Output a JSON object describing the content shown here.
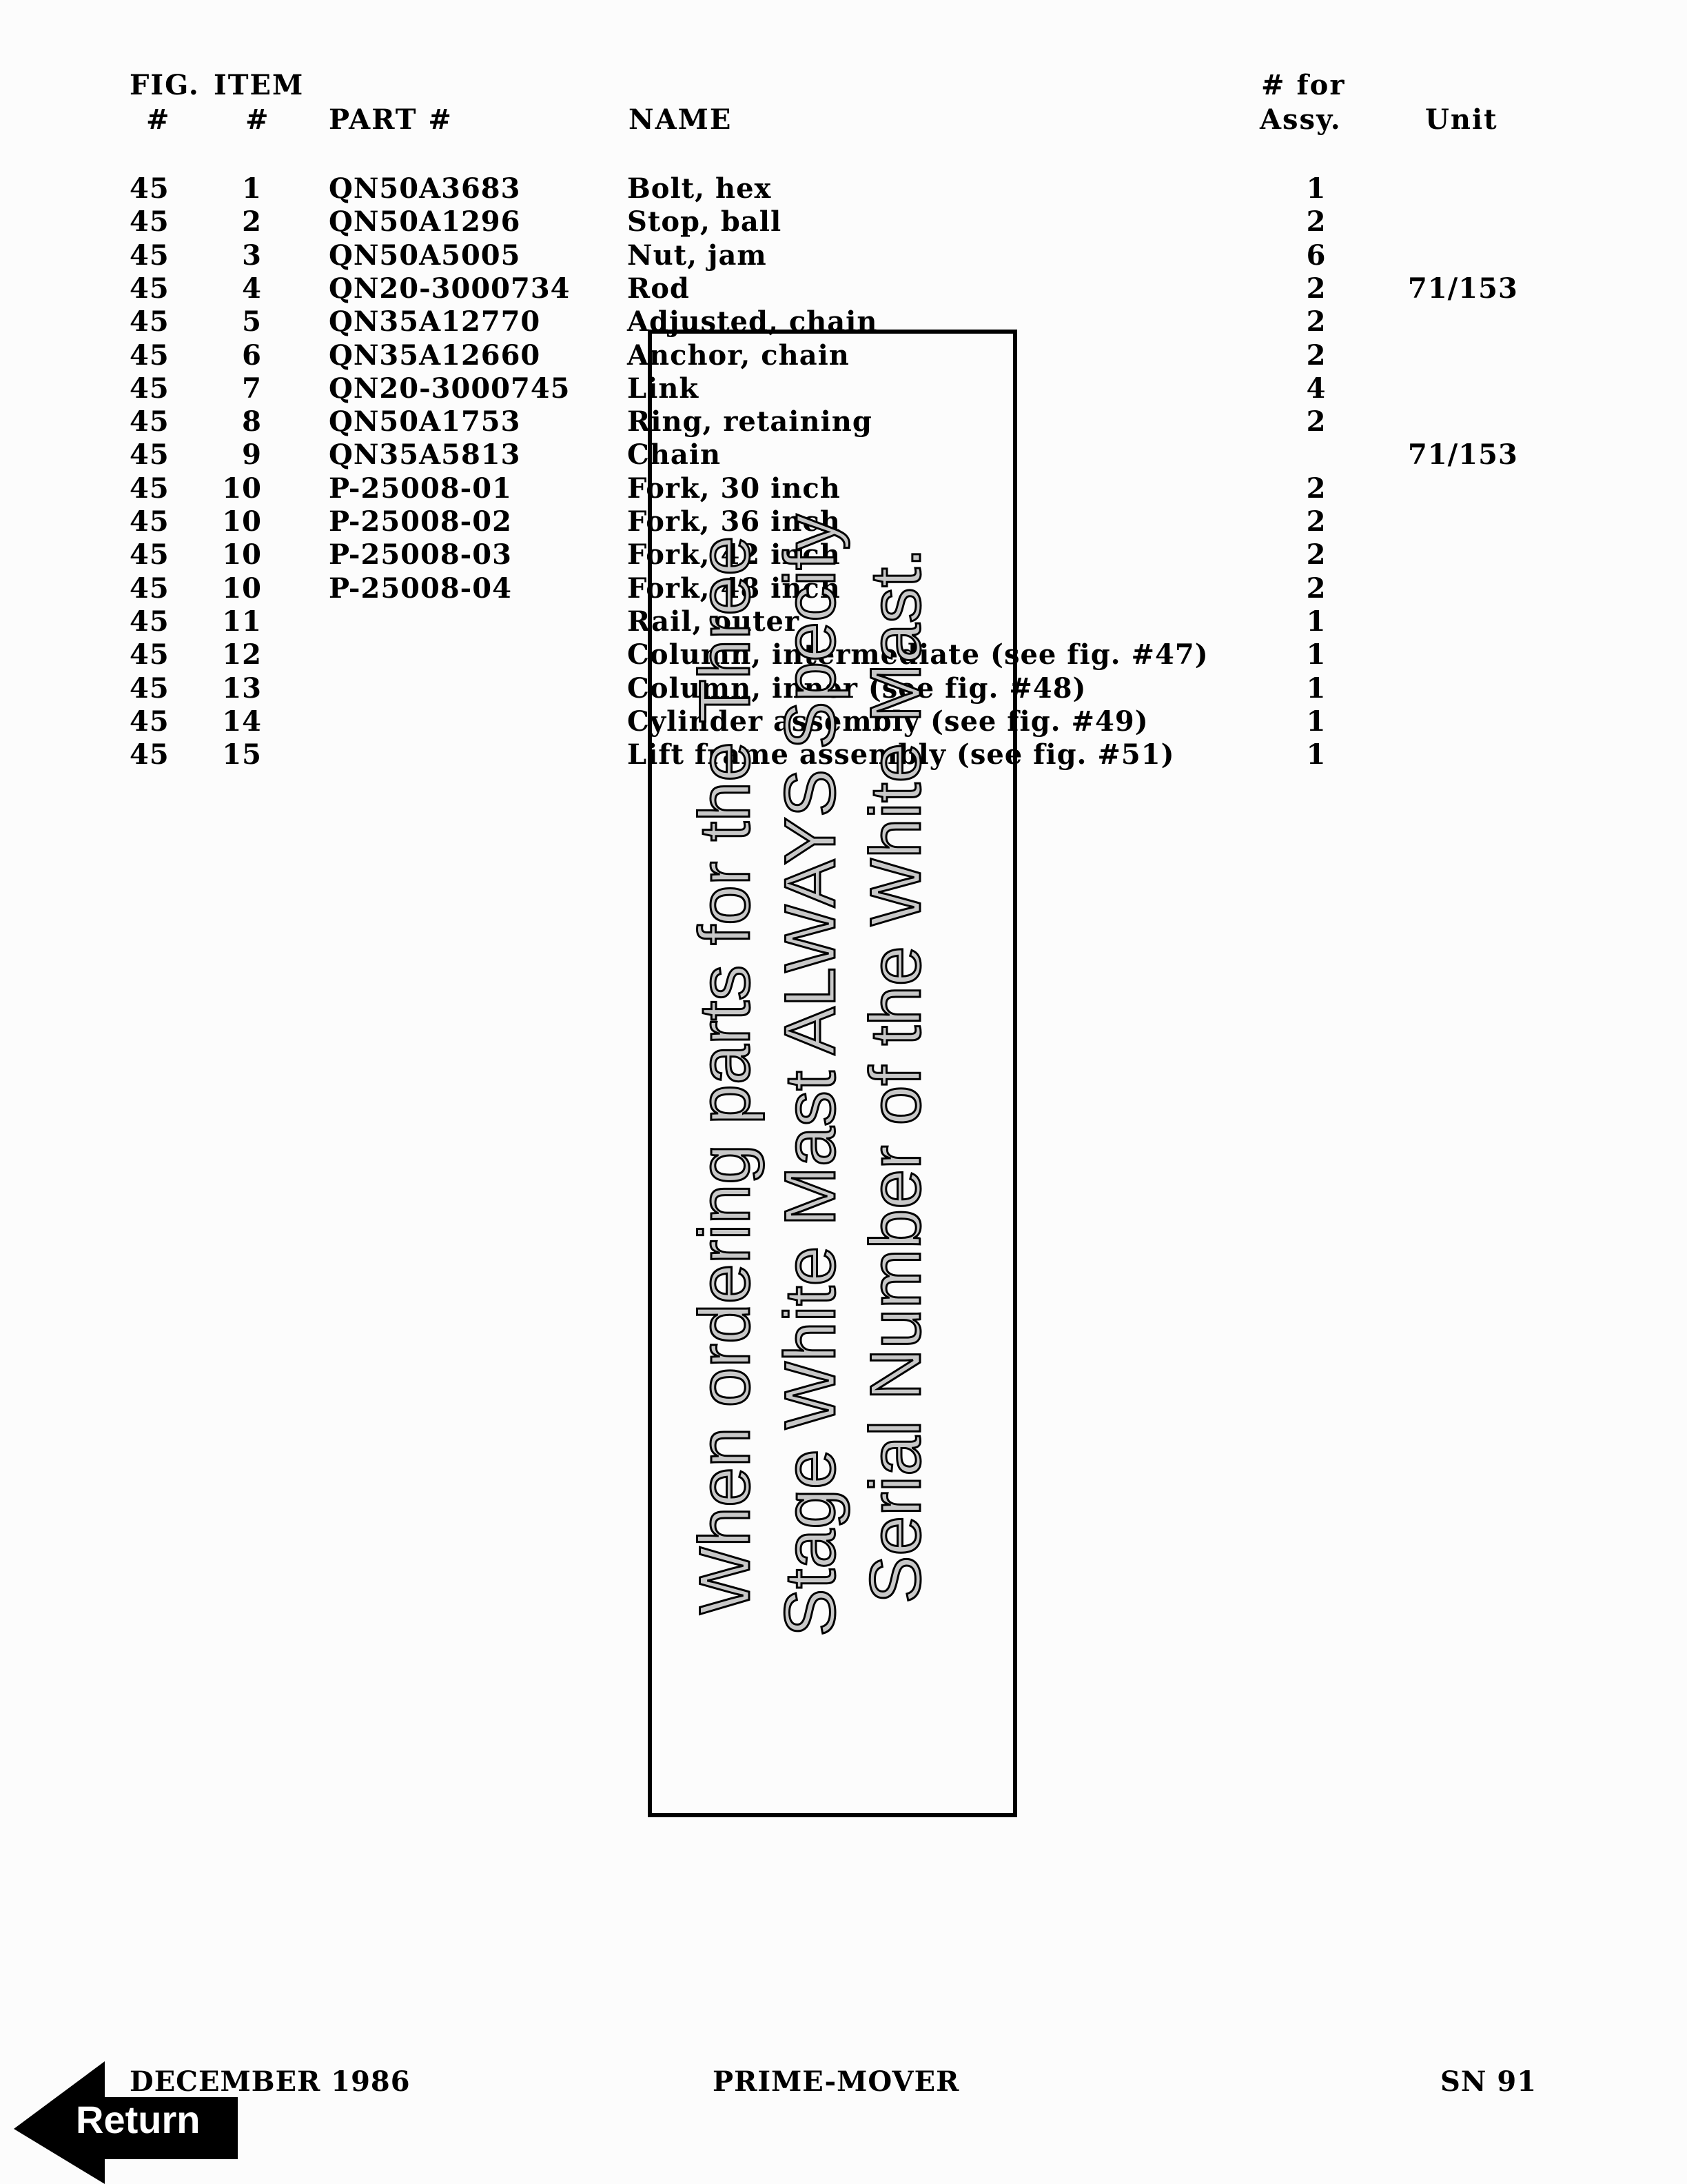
{
  "header": {
    "fig_line1": "FIG.",
    "fig_line2": "#",
    "item_line1": "ITEM",
    "item_line2": "#",
    "part": "PART #",
    "name": "NAME",
    "assy_line1": "# for",
    "assy_line2": "Assy.",
    "unit": "Unit"
  },
  "rows": [
    {
      "fig": "45",
      "item": "1",
      "part": "QN50A3683",
      "name": "Bolt, hex",
      "assy": "1",
      "unit": ""
    },
    {
      "fig": "45",
      "item": "2",
      "part": "QN50A1296",
      "name": "Stop, ball",
      "assy": "2",
      "unit": ""
    },
    {
      "fig": "45",
      "item": "3",
      "part": "QN50A5005",
      "name": "Nut, jam",
      "assy": "6",
      "unit": ""
    },
    {
      "fig": "45",
      "item": "4",
      "part": "QN20-3000734",
      "name": "Rod",
      "assy": "2",
      "unit": "71/153"
    },
    {
      "fig": "45",
      "item": "5",
      "part": "QN35A12770",
      "name": "Adjusted, chain",
      "assy": "2",
      "unit": ""
    },
    {
      "fig": "45",
      "item": "6",
      "part": "QN35A12660",
      "name": "Anchor, chain",
      "assy": "2",
      "unit": ""
    },
    {
      "fig": "45",
      "item": "7",
      "part": "QN20-3000745",
      "name": "Link",
      "assy": "4",
      "unit": ""
    },
    {
      "fig": "45",
      "item": "8",
      "part": "QN50A1753",
      "name": "Ring, retaining",
      "assy": "2",
      "unit": ""
    },
    {
      "fig": "45",
      "item": "9",
      "part": "QN35A5813",
      "name": "Chain",
      "assy": "",
      "unit": "71/153"
    },
    {
      "fig": "45",
      "item": "10",
      "part": "P-25008-01",
      "name": "Fork, 30 inch",
      "assy": "2",
      "unit": ""
    },
    {
      "fig": "45",
      "item": "10",
      "part": "P-25008-02",
      "name": "Fork, 36 inch",
      "assy": "2",
      "unit": ""
    },
    {
      "fig": "45",
      "item": "10",
      "part": "P-25008-03",
      "name": "Fork, 42 inch",
      "assy": "2",
      "unit": ""
    },
    {
      "fig": "45",
      "item": "10",
      "part": "P-25008-04",
      "name": "Fork, 48 inch",
      "assy": "2",
      "unit": ""
    },
    {
      "fig": "45",
      "item": "11",
      "part": "",
      "name": "Rail, outer",
      "assy": "1",
      "unit": ""
    },
    {
      "fig": "45",
      "item": "12",
      "part": "",
      "name": "Column, intermediate (see fig. #47)",
      "assy": "1",
      "unit": ""
    },
    {
      "fig": "45",
      "item": "13",
      "part": "",
      "name": "Column, inner (see fig. #48)",
      "assy": "1",
      "unit": ""
    },
    {
      "fig": "45",
      "item": "14",
      "part": "",
      "name": "Cylinder assembly (see fig. #49)",
      "assy": "1",
      "unit": ""
    },
    {
      "fig": "45",
      "item": "15",
      "part": "",
      "name": "Lift frame assembly (see fig. #51)",
      "assy": "1",
      "unit": ""
    }
  ],
  "notice": {
    "line1": "When ordering parts for the Three",
    "line2": "Stage White Mast ALWAYS Specify",
    "line3": "Serial Number of the White Mast."
  },
  "footer": {
    "date": "DECEMBER 1986",
    "title": "PRIME-MOVER",
    "page": "SN 91"
  },
  "return_button": {
    "label": "Return",
    "icon": "arrow-left-icon"
  }
}
